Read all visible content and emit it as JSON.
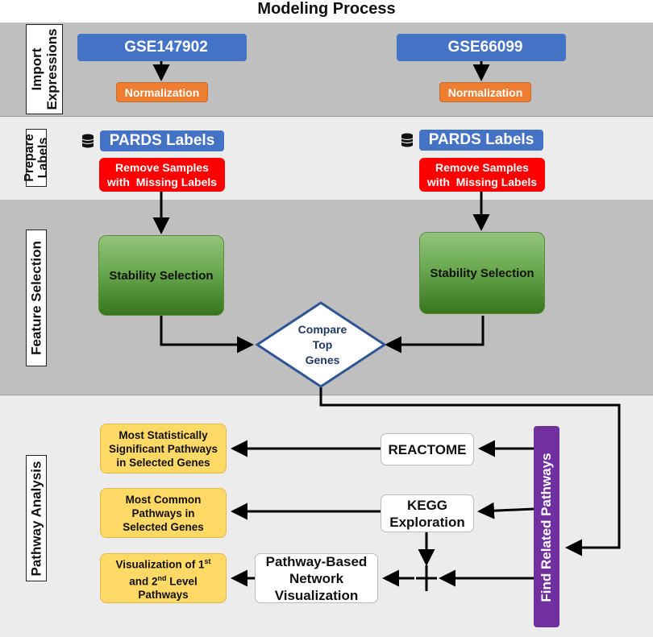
{
  "title": "Modeling Process",
  "bands": {
    "import": {
      "label_line1": "Import",
      "label_line2": "Expressions"
    },
    "labels": {
      "label_line1": "Prepare",
      "label_line2": "Labels"
    },
    "feature": {
      "label": "Feature Selection"
    },
    "pathway": {
      "label": "Pathway Analysis"
    }
  },
  "left": {
    "dataset": "GSE147902",
    "normalization": "Normalization",
    "labels": "PARDS Labels",
    "remove_line1": "Remove Samples",
    "remove_line2": "with  Missing Labels",
    "stability": "Stability Selection"
  },
  "right": {
    "dataset": "GSE66099",
    "normalization": "Normalization",
    "labels": "PARDS Labels",
    "remove_line1": "Remove Samples",
    "remove_line2": "with  Missing Labels",
    "stability": "Stability Selection"
  },
  "compare": {
    "line1": "Compare",
    "line2": "Top",
    "line3": "Genes"
  },
  "pathway": {
    "reactome": "REACTOME",
    "kegg_line1": "KEGG",
    "kegg_line2": "Exploration",
    "network_line1": "Pathway-Based",
    "network_line2": "Network",
    "network_line3": "Visualization",
    "find": "Find Related Pathways",
    "out1_line1": "Most Statistically",
    "out1_line2": "Significant Pathways",
    "out1_line3": "in Selected Genes",
    "out2_line1": "Most Common",
    "out2_line2": "Pathways in",
    "out2_line3": "Selected Genes",
    "out3_line1_a": "Visualization of 1",
    "out3_line1_sup": "st",
    "out3_line2_a": "and 2",
    "out3_line2_sup": "nd",
    "out3_line2_b": " Level",
    "out3_line3": "Pathways"
  },
  "icons": [
    "database-icon"
  ],
  "colors": {
    "dataset_blue": "#4472c4",
    "normalization_orange": "#ed7d31",
    "remove_red": "#ff0000",
    "stability_green": "#6aa84f",
    "output_yellow": "#ffd966",
    "find_purple": "#7030a0",
    "band_dark": "#bfbfbf",
    "band_light": "#ececec"
  }
}
